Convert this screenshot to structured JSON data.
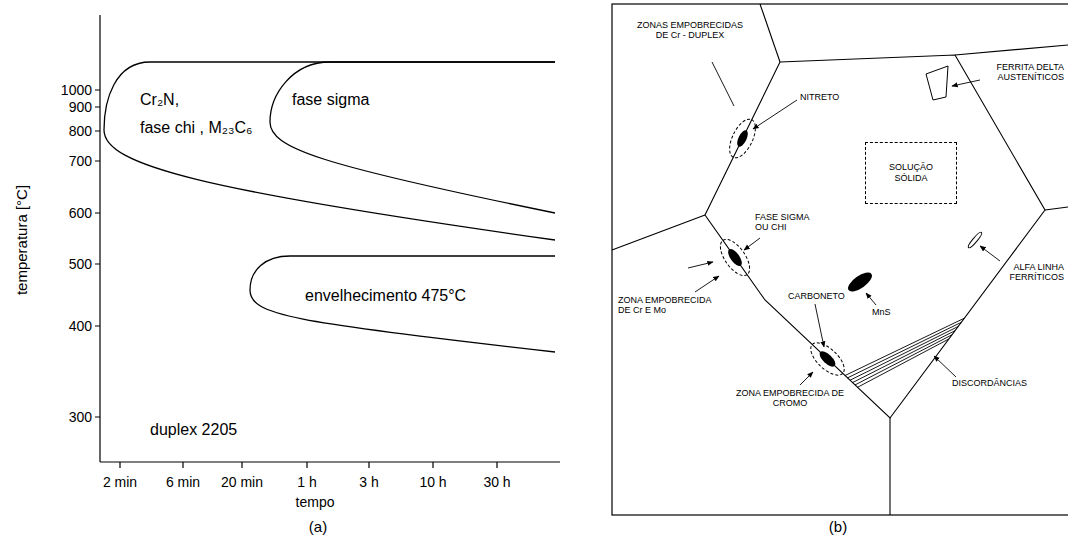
{
  "diagram": {
    "nodes": [
      {
        "text": [
          "SOLUÇÃO SÓLIDA"
        ]
      }
    ],
    "labels": [
      "1000",
      "900",
      "800",
      "700",
      "600",
      "500",
      "400",
      "300",
      "temperatura [°C]",
      "2 min",
      "6 min",
      "20 min",
      "1 h",
      "3 h",
      "10 h",
      "30 h",
      "tempo",
      "(a)",
      "Cr₂N,",
      "fase chi , M₂₃C₆",
      "fase sigma",
      "envelhecimento 475°C",
      "duplex 2205",
      "(b)",
      "ZONAS EMPOBRECIDAS DE Cr - DUPLEX",
      "NITRETO",
      "FERRITA DELTA AUSTENÍTICOS",
      "FASE SIGMA OU CHI",
      "ZONA EMPOBRECIDA DE Cr E Mo",
      "CARBONETO",
      "MnS",
      "ALFA LINHA FERRÍTICOS",
      "ZONA EMPOBRECIDA DE CROMO",
      "DISCORDÂNCIAS"
    ]
  }
}
